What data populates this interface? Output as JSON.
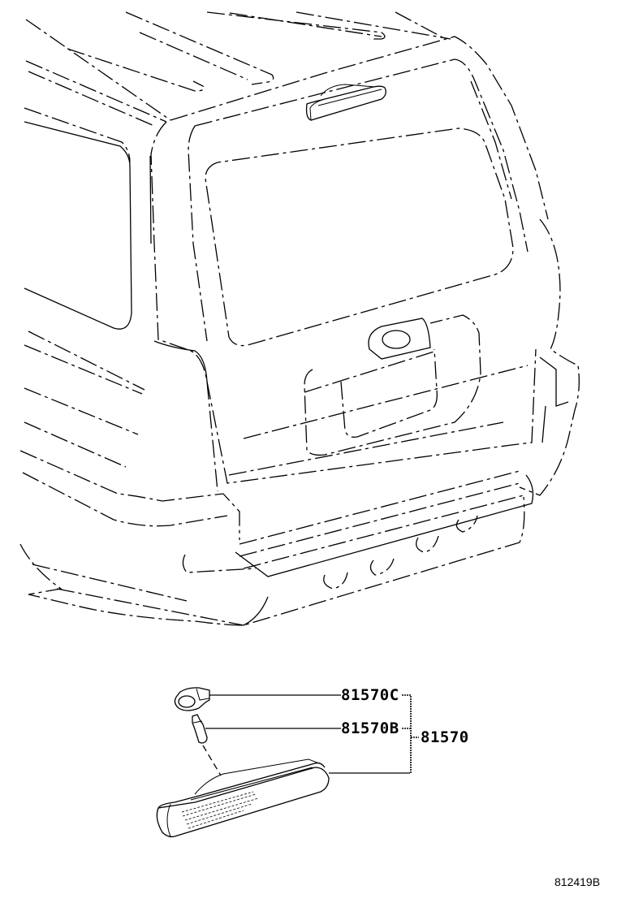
{
  "diagram": {
    "subject": "Rear vehicle view with high mount stop lamp assembly",
    "colors": {
      "line": "#000000",
      "background": "#ffffff"
    }
  },
  "callouts": [
    {
      "id": "c",
      "part_number": "81570C",
      "points_to": "lamp socket"
    },
    {
      "id": "b",
      "part_number": "81570B",
      "points_to": "bulb"
    },
    {
      "id": "assy",
      "part_number": "81570",
      "points_to": "high mount stop lamp assembly"
    }
  ],
  "figure_number": "812419B"
}
